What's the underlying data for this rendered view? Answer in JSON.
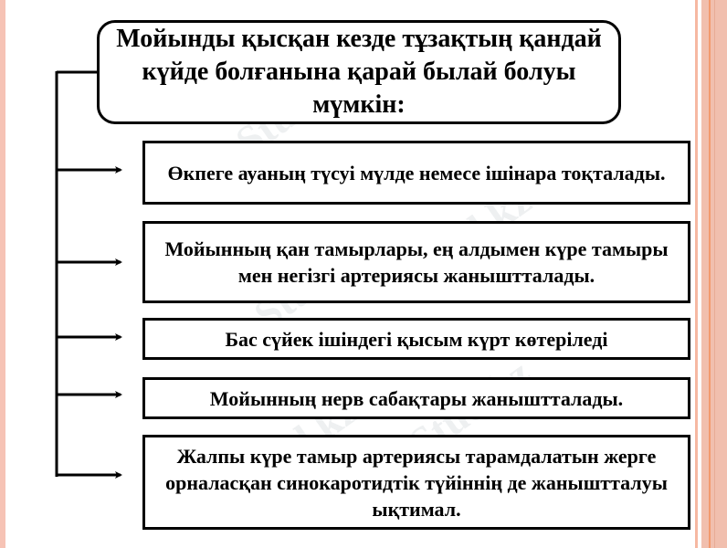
{
  "diagram": {
    "title": "Мойынды қысқан кезде тұзақтың қандай күйде болғанына қарай былай болуы мүмкін:",
    "items": [
      {
        "text": "Өкпеге ауаның түсуі мүлде немесе ішінара тоқталады."
      },
      {
        "text": "Мойынның қан тамырлары, ең алдымен күре тамыры мен негізгі артериясы жаныштталады."
      },
      {
        "text": "Бас сүйек ішіндегі қысым күрт көтеріледі"
      },
      {
        "text": "Мойынның нерв сабақтары жаныштталады."
      },
      {
        "text": "Жалпы күре тамыр артериясы тарамдалатын жерге орналасқан синокаротидтік түйіннің де жаныштталуы ықтимал."
      }
    ]
  },
  "watermark": {
    "text": "Stud.kz"
  },
  "colors": {
    "border": "#000000",
    "accent_stripe": "#f1bfae",
    "accent_line": "#f39a6e"
  }
}
